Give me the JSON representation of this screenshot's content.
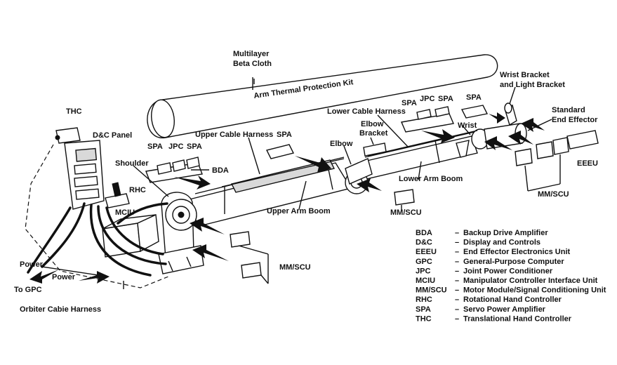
{
  "labels": {
    "multilayer_beta_cloth": [
      "Multilayer",
      "Beta Cloth"
    ],
    "arm_thermal_protection_kit": "Arm Thermal Protection Kit",
    "thc": "THC",
    "dc_panel": "D&C Panel",
    "shoulder": "Shoulder",
    "rhc": "RHC",
    "mciu": "MCIU",
    "spa_shoulder": "SPA",
    "jpc_shoulder": "JPC",
    "spa_shoulder_2": "SPA",
    "bda": "BDA",
    "upper_cable_harness": "Upper Cable Harness",
    "spa_upper": "SPA",
    "upper_arm_boom": "Upper Arm Boom",
    "elbow": "Elbow",
    "elbow_bracket": [
      "Elbow",
      "Bracket"
    ],
    "lower_cable_harness": "Lower Cable Harness",
    "spa_lower_1": "SPA",
    "jpc_lower": "JPC",
    "spa_lower_2": "SPA",
    "spa_wrist": "SPA",
    "wrist": "Wrist",
    "wrist_bracket": [
      "Wrist Bracket",
      "and Light Bracket"
    ],
    "standard_end_effector": [
      "Standard",
      "End Effector"
    ],
    "eeeu": "EEEU",
    "lower_arm_boom": "Lower Arm Boom",
    "mmscu_elbow": "MM/SCU",
    "mmscu_wrist": "MM/SCU",
    "mmscu_shoulder": "MM/SCU",
    "power_1": "Power",
    "power_2": "Power",
    "to_gpc": "To GPC",
    "orbiter_cable_harness": "Orbiter Cabie Harness"
  },
  "legend": [
    {
      "abbr": "BDA",
      "text": "Backup Drive Amplifier"
    },
    {
      "abbr": "D&C",
      "text": "Display and Controls"
    },
    {
      "abbr": "EEEU",
      "text": "End Effector Electronics Unit"
    },
    {
      "abbr": "GPC",
      "text": "General-Purpose Computer"
    },
    {
      "abbr": "JPC",
      "text": "Joint Power Conditioner"
    },
    {
      "abbr": "MCIU",
      "text": "Manipulator Controller Interface Unit"
    },
    {
      "abbr": "MM/SCU",
      "text": "Motor Module/Signal Conditioning Unit"
    },
    {
      "abbr": "RHC",
      "text": "Rotational Hand Controller"
    },
    {
      "abbr": "SPA",
      "text": "Servo Power Amplifier"
    },
    {
      "abbr": "THC",
      "text": "Translational Hand Controller"
    }
  ]
}
